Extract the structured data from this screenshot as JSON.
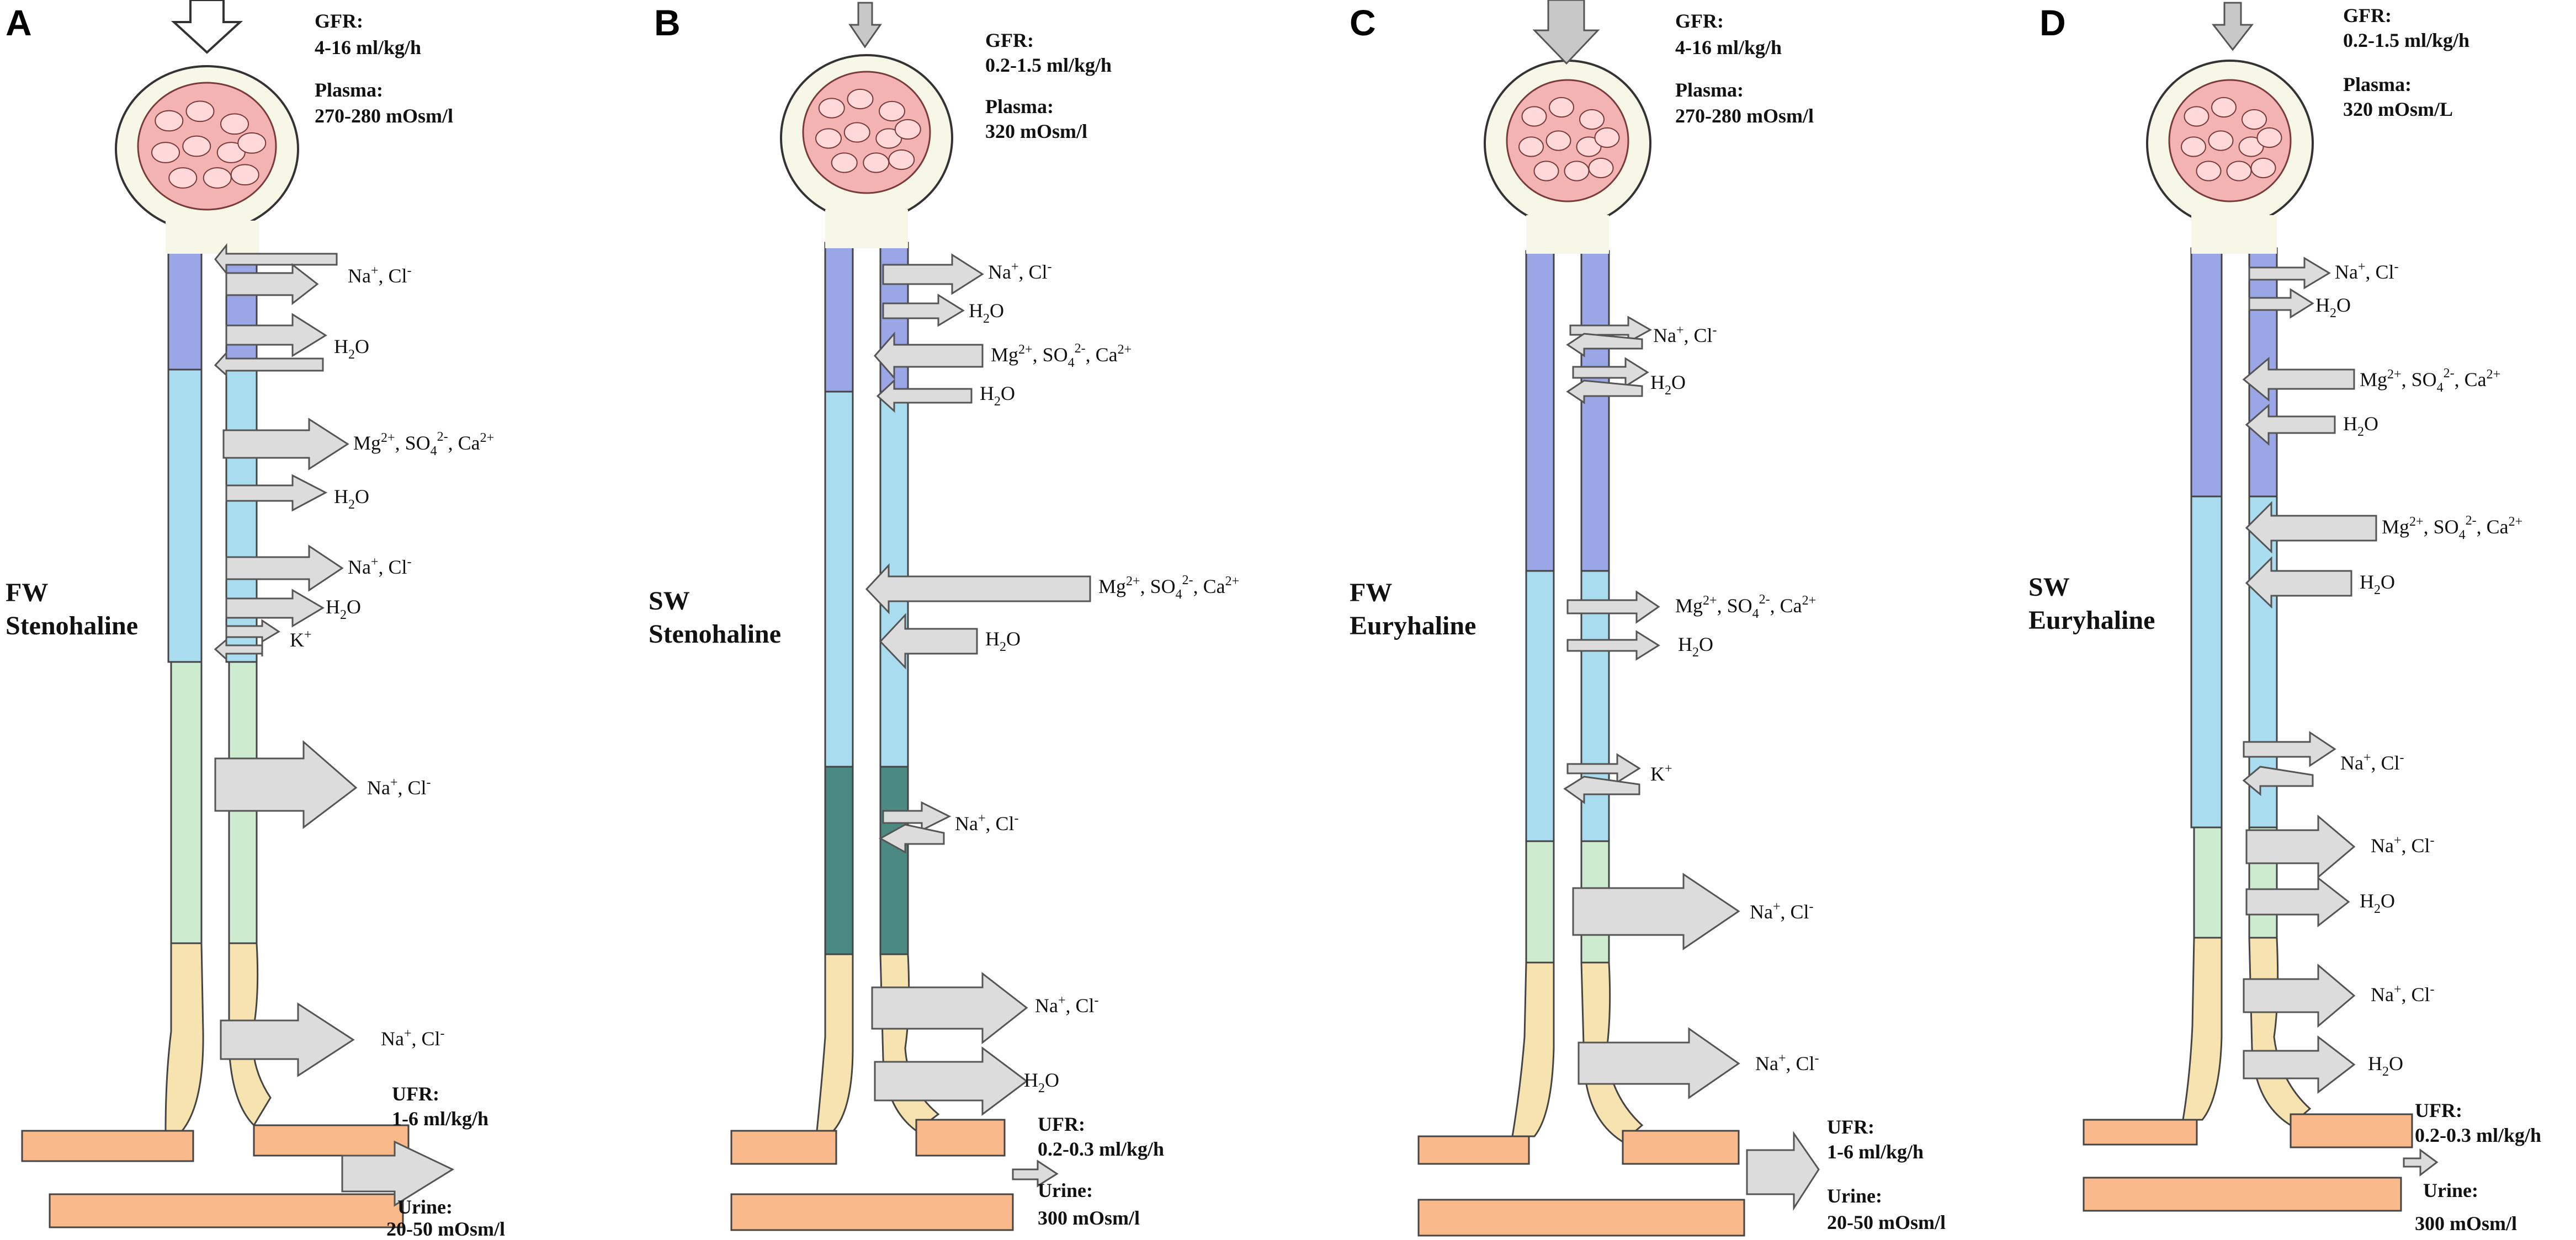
{
  "colors": {
    "blue_dark": "#9aa6e6",
    "blue_light": "#aadcf0",
    "teal": "#4b8a82",
    "green": "#cdeccf",
    "yellow": "#f7e3b0",
    "orange": "#f9b98a",
    "glomerulus": "#f3b3b3",
    "capsule": "#f7f7e8",
    "arrow_fill": "#dcdcdc",
    "arrow_stroke": "#555555"
  },
  "panels": [
    {
      "letter": "A",
      "species": [
        "FW",
        "Stenohaline"
      ],
      "gfr_title": "GFR:",
      "gfr_value": "4-16 ml/kg/h",
      "plasma_title": "Plasma:",
      "plasma_value": "270-280 mOsm/l",
      "ufr_title": "UFR:",
      "ufr_value": "1-6 ml/kg/h",
      "urine_title": "Urine:",
      "urine_value": "20-50 mOsm/l",
      "labels": [
        {
          "base": "Na",
          "sup1": "+",
          "mid": ", Cl",
          "sup2": "-",
          "tail": ""
        },
        {
          "base": "H",
          "sub": "2",
          "tail": "O"
        },
        {
          "base": "Mg",
          "sup1": "2+",
          "mid": ", SO",
          "sub": "4",
          "sup2": "2-",
          "tail": ", Ca",
          "sup3": "2+"
        },
        {
          "base": "H",
          "sub": "2",
          "tail": "O"
        },
        {
          "base": "Na",
          "sup1": "+",
          "mid": ", Cl",
          "sup2": "-",
          "tail": ""
        },
        {
          "base": "H",
          "sub": "2",
          "tail": "O"
        },
        {
          "base": "K",
          "sup1": "+",
          "tail": ""
        },
        {
          "base": "Na",
          "sup1": "+",
          "mid": ", Cl",
          "sup2": "-",
          "tail": ""
        },
        {
          "base": "Na",
          "sup1": "+",
          "mid": ", Cl",
          "sup2": "-",
          "tail": ""
        }
      ]
    },
    {
      "letter": "B",
      "species": [
        "SW",
        "Stenohaline"
      ],
      "gfr_title": "GFR:",
      "gfr_value": "0.2-1.5 ml/kg/h",
      "plasma_title": "Plasma:",
      "plasma_value": "320 mOsm/l",
      "ufr_title": "UFR:",
      "ufr_value": "0.2-0.3 ml/kg/h",
      "urine_title": "Urine:",
      "urine_value": "300 mOsm/l",
      "labels": [
        {
          "base": "Na",
          "sup1": "+",
          "mid": ", Cl",
          "sup2": "-",
          "tail": ""
        },
        {
          "base": "H",
          "sub": "2",
          "tail": "O"
        },
        {
          "base": "Mg",
          "sup1": "2+",
          "mid": ", SO",
          "sub": "4",
          "sup2": "2-",
          "tail": ", Ca",
          "sup3": "2+"
        },
        {
          "base": "H",
          "sub": "2",
          "tail": "O"
        },
        {
          "base": "Mg",
          "sup1": "2+",
          "mid": ", SO",
          "sub": "4",
          "sup2": "2-",
          "tail": ", Ca",
          "sup3": "2+"
        },
        {
          "base": "H",
          "sub": "2",
          "tail": "O"
        },
        {
          "base": "Na",
          "sup1": "+",
          "mid": ", Cl",
          "sup2": "-",
          "tail": ""
        },
        {
          "base": "Na",
          "sup1": "+",
          "mid": ", Cl",
          "sup2": "-",
          "tail": ""
        },
        {
          "base": "H",
          "sub": "2",
          "tail": "O"
        }
      ]
    },
    {
      "letter": "C",
      "species": [
        "FW",
        "Euryhaline"
      ],
      "gfr_title": "GFR:",
      "gfr_value": "4-16 ml/kg/h",
      "plasma_title": "Plasma:",
      "plasma_value": "270-280 mOsm/l",
      "ufr_title": "UFR:",
      "ufr_value": "1-6 ml/kg/h",
      "urine_title": "Urine:",
      "urine_value": "20-50 mOsm/l",
      "labels": [
        {
          "base": "Na",
          "sup1": "+",
          "mid": ", Cl",
          "sup2": "-",
          "tail": ""
        },
        {
          "base": "H",
          "sub": "2",
          "tail": "O"
        },
        {
          "base": "Mg",
          "sup1": "2+",
          "mid": ", SO",
          "sub": "4",
          "sup2": "2-",
          "tail": ", Ca",
          "sup3": "2+"
        },
        {
          "base": "H",
          "sub": "2",
          "tail": "O"
        },
        {
          "base": "K",
          "sup1": "+",
          "tail": ""
        },
        {
          "base": "Na",
          "sup1": "+",
          "mid": ", Cl",
          "sup2": "-",
          "tail": ""
        },
        {
          "base": "Na",
          "sup1": "+",
          "mid": ", Cl",
          "sup2": "-",
          "tail": ""
        }
      ]
    },
    {
      "letter": "D",
      "species": [
        "SW",
        "Euryhaline"
      ],
      "gfr_title": "GFR:",
      "gfr_value": "0.2-1.5 ml/kg/h",
      "plasma_title": "Plasma:",
      "plasma_value": "320 mOsm/L",
      "ufr_title": "UFR:",
      "ufr_value": "0.2-0.3 ml/kg/h",
      "urine_title": "Urine:",
      "urine_value": "300 mOsm/l",
      "labels": [
        {
          "base": "Na",
          "sup1": "+",
          "mid": ", Cl",
          "sup2": "-",
          "tail": ""
        },
        {
          "base": "H",
          "sub": "2",
          "tail": "O"
        },
        {
          "base": "Mg",
          "sup1": "2+",
          "mid": ", SO",
          "sub": "4",
          "sup2": "2-",
          "tail": ", Ca",
          "sup3": "2+"
        },
        {
          "base": "H",
          "sub": "2",
          "tail": "O"
        },
        {
          "base": "Mg",
          "sup1": "2+",
          "mid": ", SO",
          "sub": "4",
          "sup2": "2-",
          "tail": ", Ca",
          "sup3": "2+"
        },
        {
          "base": "H",
          "sub": "2",
          "tail": "O"
        },
        {
          "base": "Na",
          "sup1": "+",
          "mid": ", Cl",
          "sup2": "-",
          "tail": ""
        },
        {
          "base": "Na",
          "sup1": "+",
          "mid": ", Cl",
          "sup2": "-",
          "tail": ""
        },
        {
          "base": "H",
          "sub": "2",
          "tail": "O"
        },
        {
          "base": "Na",
          "sup1": "+",
          "mid": ", Cl",
          "sup2": "-",
          "tail": ""
        },
        {
          "base": "H",
          "sub": "2",
          "tail": "O"
        }
      ]
    }
  ]
}
